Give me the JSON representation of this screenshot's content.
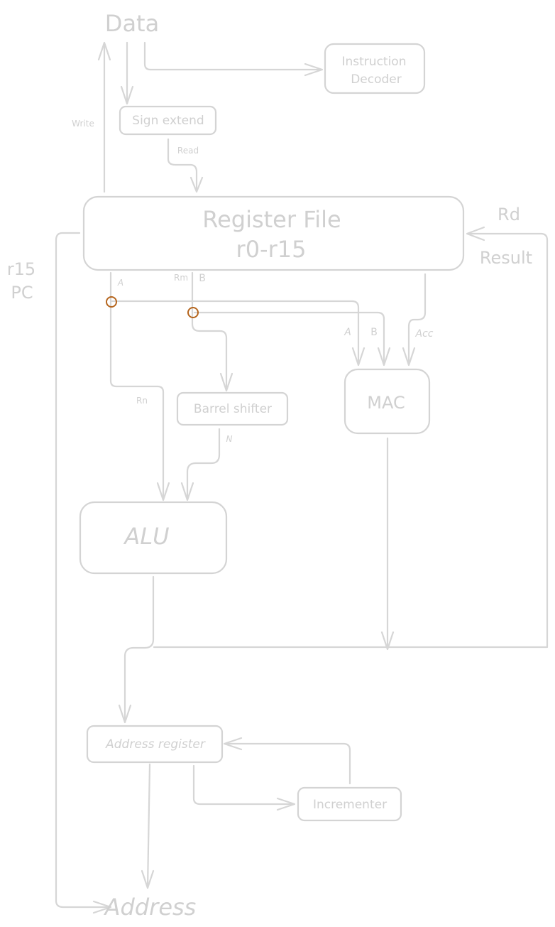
{
  "diagram": {
    "title_terminals": {
      "data": "Data",
      "address": "Address"
    },
    "blocks": {
      "instruction_decoder": [
        "Instruction",
        "Decoder"
      ],
      "sign_extend": "Sign extend",
      "register_file": [
        "Register File",
        "r0-r15"
      ],
      "barrel_shifter": "Barrel shifter",
      "mac": "MAC",
      "alu": "ALU",
      "address_register": "Address register",
      "incrementer": "Incrementer"
    },
    "labels": {
      "write": "Write",
      "read": "Read",
      "rd": "Rd",
      "result": "Result",
      "r15": "r15",
      "pc": "PC",
      "bus_a": "A",
      "rm": "Rm",
      "bus_b": "B",
      "mac_a": "A",
      "mac_b": "B",
      "acc": "Acc",
      "rn": "Rn",
      "n": "N"
    },
    "colors": {
      "stroke": "#d6d6d6",
      "text": "#d0d0d0",
      "junction": "#b5651d"
    }
  }
}
